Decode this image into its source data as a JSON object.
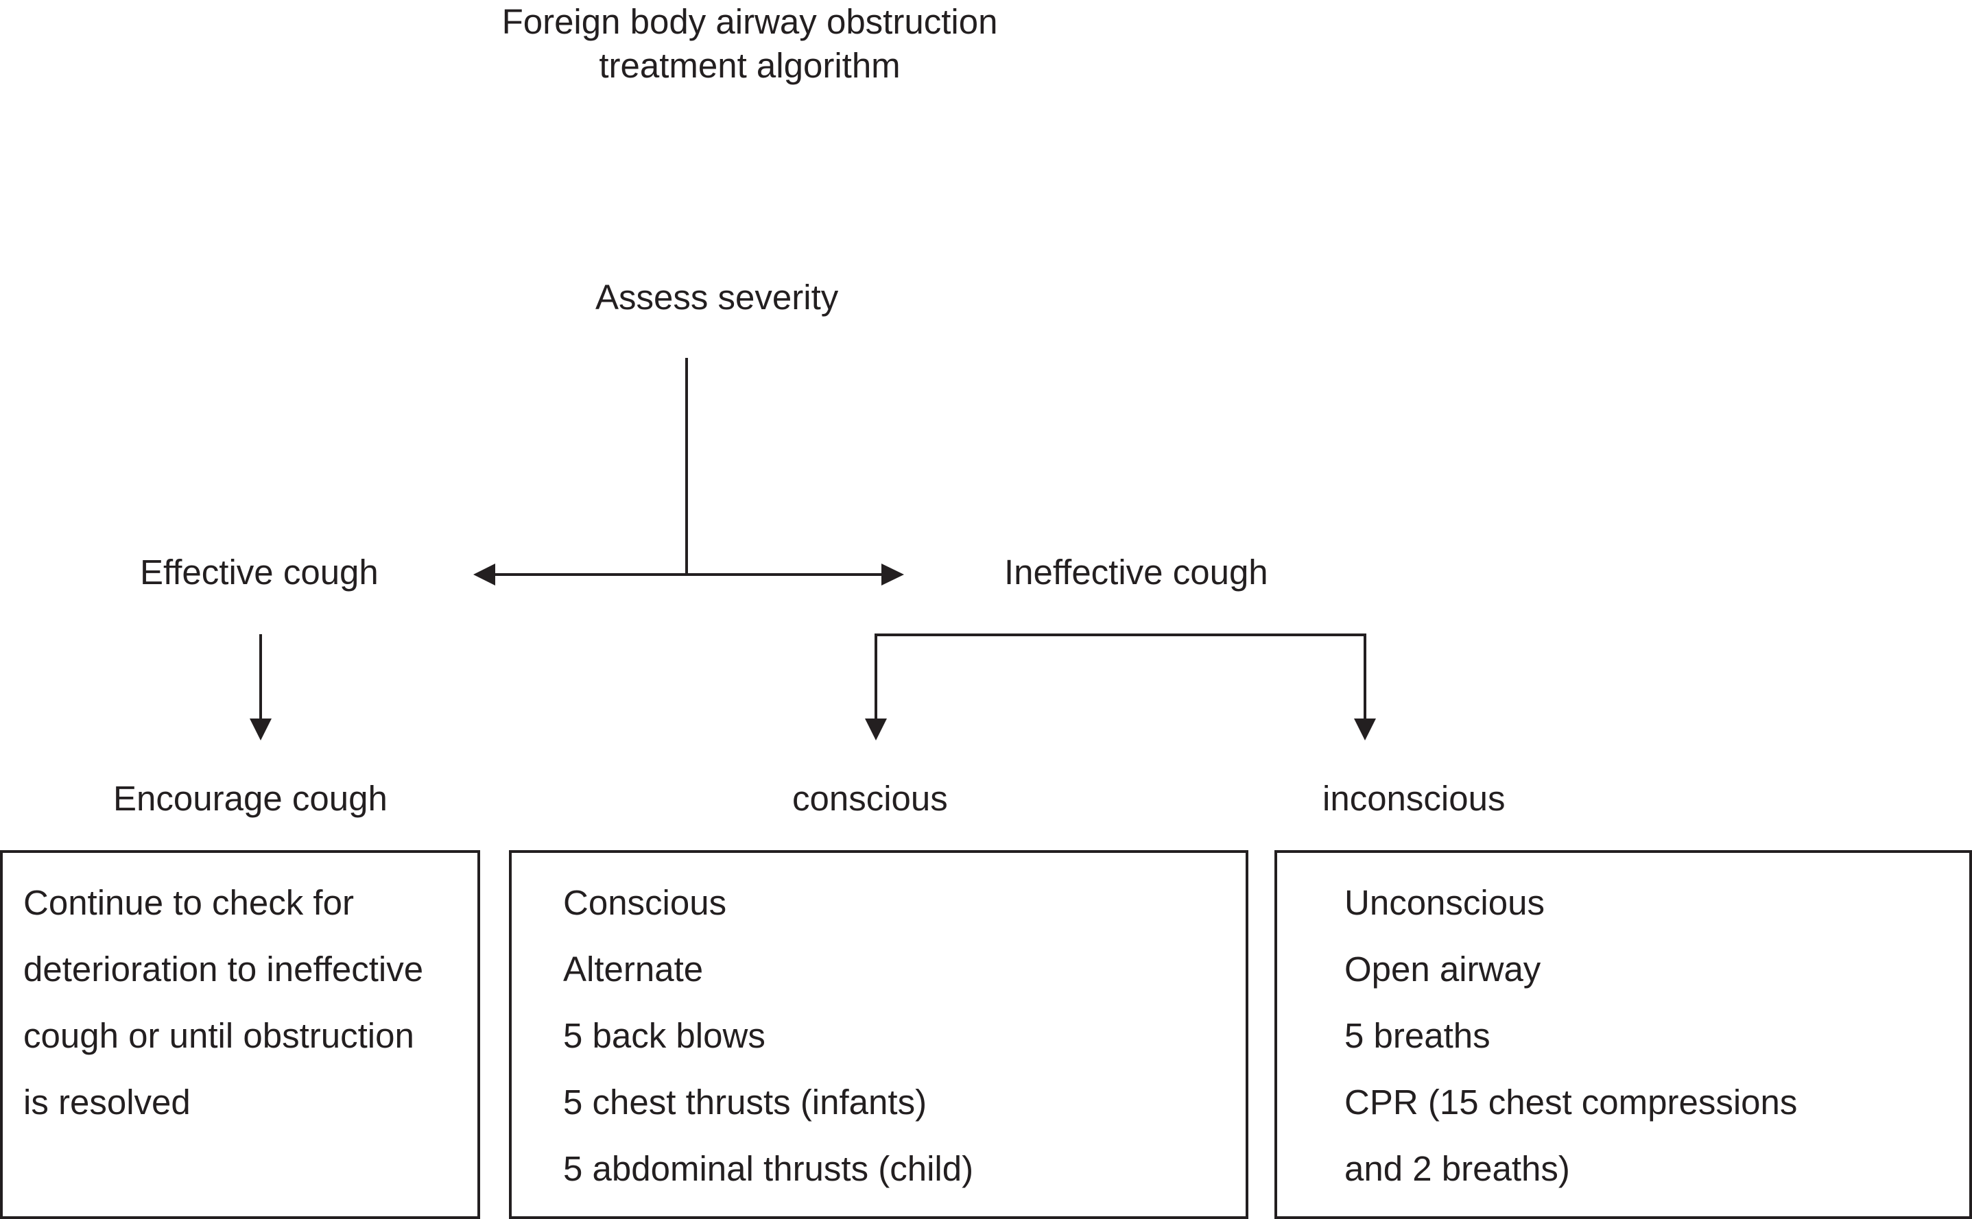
{
  "title": {
    "line1": "Foreign body airway obstruction",
    "line2": "treatment algorithm"
  },
  "nodes": {
    "assess": "Assess severity",
    "effective": "Effective cough",
    "ineffective": "Ineffective cough",
    "encourage": "Encourage cough",
    "conscious": "conscious",
    "unconscious": "inconscious"
  },
  "boxes": {
    "effective": [
      "Continue to check for",
      "deterioration to ineffective",
      "cough or until obstruction",
      "is resolved"
    ],
    "conscious": [
      "Conscious",
      "Alternate",
      "5 back blows",
      "5 chest thrusts (infants)",
      "5 abdominal thrusts (child)"
    ],
    "unconscious": [
      "Unconscious",
      "Open airway",
      "5 breaths",
      "CPR (15 chest compressions",
      "and 2 breaths)"
    ]
  },
  "colors": {
    "ink": "#231f20",
    "background": "#ffffff"
  }
}
